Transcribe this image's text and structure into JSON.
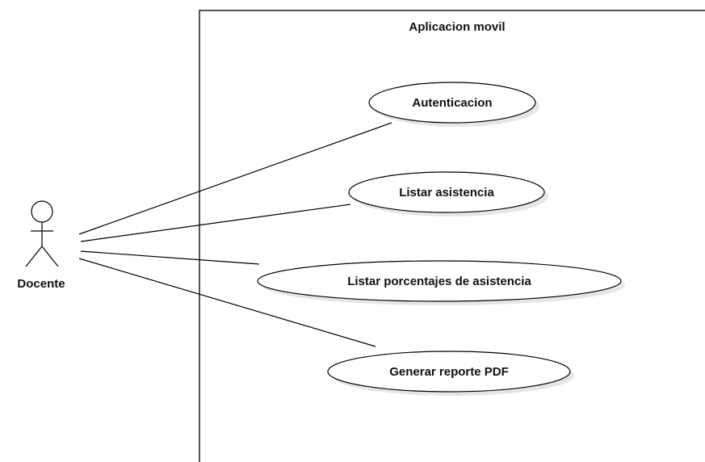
{
  "system": {
    "title": "Aplicacion movil"
  },
  "actor": {
    "name": "Docente"
  },
  "use_cases": [
    {
      "label": "Autenticacion"
    },
    {
      "label": "Listar asistencia"
    },
    {
      "label": "Listar porcentajes de asistencia"
    },
    {
      "label": "Generar reporte PDF"
    }
  ],
  "colors": {
    "stroke": "#000000",
    "boundary": "#555555",
    "fill": "#ffffff",
    "shadow": "#e6e6e6"
  }
}
